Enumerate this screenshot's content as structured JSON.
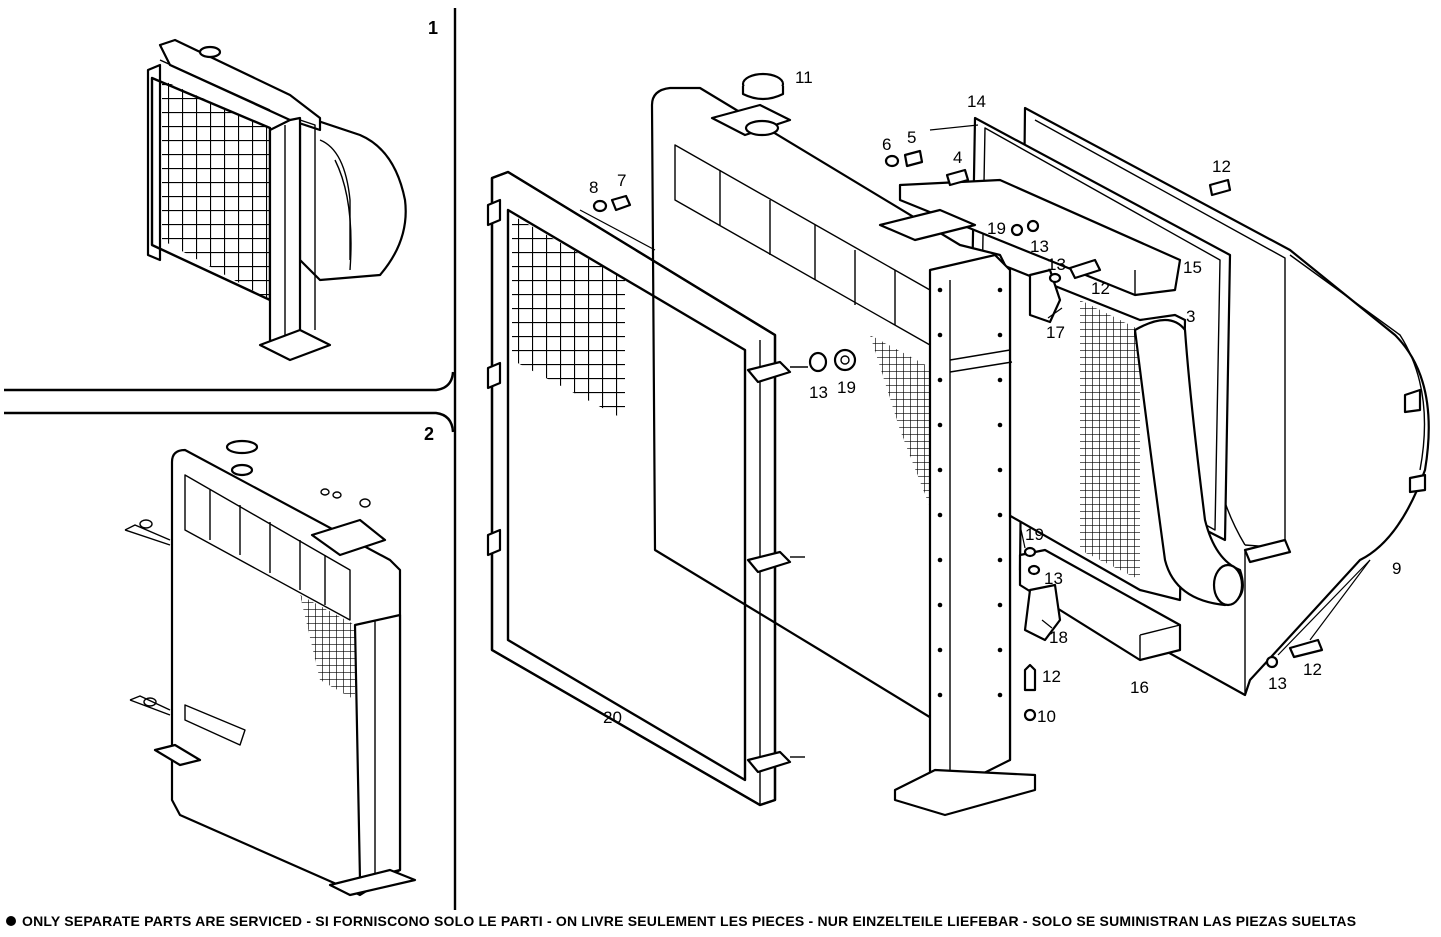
{
  "panels": {
    "panel1_number": "1",
    "panel2_number": "2"
  },
  "callouts": {
    "c11": "11",
    "c14": "14",
    "c6": "6",
    "c5": "5",
    "c4": "4",
    "c12a": "12",
    "c8": "8",
    "c7": "7",
    "c19a": "19",
    "c13a": "13",
    "c13b": "13",
    "c12b": "12",
    "c15": "15",
    "c3": "3",
    "c17": "17",
    "c13c": "13",
    "c19b": "19",
    "c19c": "19",
    "c13d": "13",
    "c18": "18",
    "c12c": "12",
    "c10": "10",
    "c16": "16",
    "c20": "20",
    "c9": "9",
    "c13e": "13",
    "c12d": "12"
  },
  "footer": {
    "text": "ONLY SEPARATE PARTS ARE SERVICED - SI FORNISCONO SOLO LE PARTI  - ON LIVRE SEULEMENT LES PIECES - NUR EINZELTEILE LIEFEBAR - SOLO SE SUMINISTRAN LAS PIEZAS SUELTAS"
  }
}
